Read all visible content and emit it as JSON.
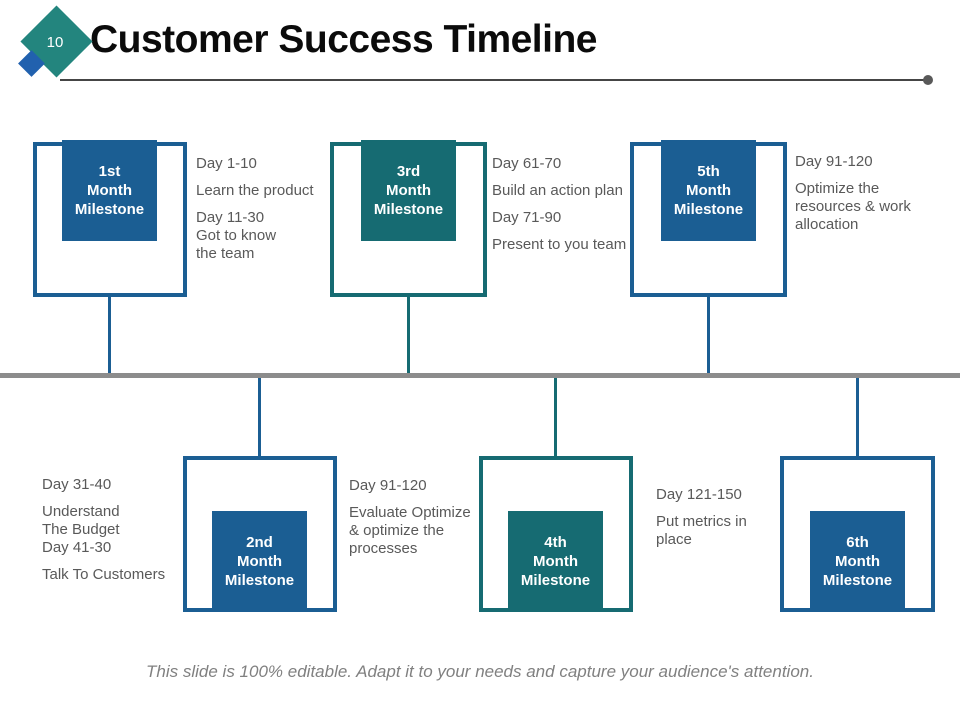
{
  "slide": {
    "badge_number": "10",
    "title": "Customer Success Timeline",
    "footer": "This slide is 100% editable. Adapt it to your needs and capture your audience's attention."
  },
  "colors": {
    "milestone_blue": "#1b5e93",
    "milestone_teal": "#166b72",
    "badge_teal": "#23857e",
    "badge_blue": "#2161ae",
    "timeline_gray": "#8c8c8c",
    "text_gray": "#595959"
  },
  "milestones": [
    {
      "name": "1st Month Milestone",
      "side": "top",
      "color": "blue",
      "label": [
        "1st",
        "Month",
        "Milestone"
      ],
      "details": [
        "Day 1-10",
        "Learn the product",
        "Day 11-30\nGot to know\nthe team"
      ]
    },
    {
      "name": "2nd Month Milestone",
      "side": "bottom",
      "color": "blue",
      "label": [
        "2nd",
        "Month",
        "Milestone"
      ],
      "details": [
        "Day 31-40",
        "Understand\nThe Budget\nDay 41-30",
        "Talk To Customers"
      ]
    },
    {
      "name": "3rd Month Milestone",
      "side": "top",
      "color": "teal",
      "label": [
        "3rd",
        "Month",
        "Milestone"
      ],
      "details": [
        "Day 61-70",
        "Build an action plan",
        "Day 71-90",
        "Present to you team"
      ]
    },
    {
      "name": "4th Month Milestone",
      "side": "bottom",
      "color": "teal",
      "label": [
        "4th",
        "Month",
        "Milestone"
      ],
      "details": [
        "Day 91-120",
        "Evaluate Optimize & optimize the processes"
      ]
    },
    {
      "name": "5th Month Milestone",
      "side": "top",
      "color": "blue",
      "label": [
        "5th",
        "Month",
        "Milestone"
      ],
      "details": [
        "Day 91-120",
        "Optimize the resources & work allocation"
      ]
    },
    {
      "name": "6th Month Milestone",
      "side": "bottom",
      "color": "blue",
      "label": [
        "6th",
        "Month",
        "Milestone"
      ],
      "details": [
        "Day 121-150",
        "Put metrics in place"
      ]
    }
  ]
}
